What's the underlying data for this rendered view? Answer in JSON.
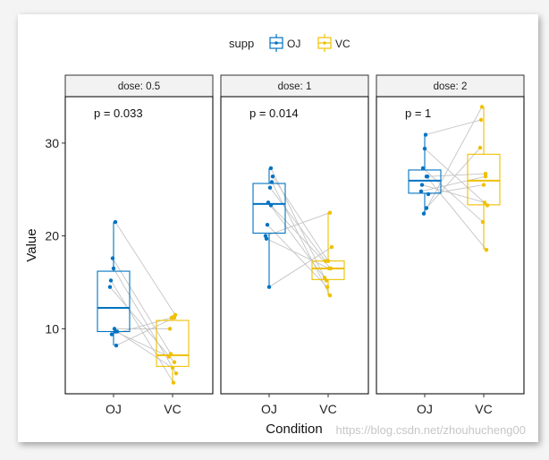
{
  "chart_data": {
    "type": "boxplot-paired",
    "ylabel": "Value",
    "xlabel": "Condition",
    "ylim": [
      3,
      35
    ],
    "yticks": [
      10,
      20,
      30
    ],
    "categories": [
      "OJ",
      "VC"
    ],
    "legend": {
      "title": "supp",
      "placement": "top",
      "entries": [
        {
          "name": "OJ",
          "color": "#0073C2"
        },
        {
          "name": "VC",
          "color": "#EFC000"
        }
      ]
    },
    "grid": false,
    "line_color": "#c4c4c4",
    "panels": [
      {
        "strip": "dose: 0.5",
        "pvalue": "p = 0.033",
        "OJ": [
          15.2,
          21.5,
          17.6,
          9.7,
          14.5,
          10.0,
          8.2,
          9.4,
          16.5,
          9.7
        ],
        "VC": [
          4.2,
          11.5,
          7.3,
          5.8,
          6.4,
          10.0,
          11.2,
          11.2,
          5.2,
          7.0
        ],
        "box": {
          "OJ": {
            "q1": 9.7,
            "median": 12.25,
            "q3": 16.2,
            "min": 8.2,
            "max": 21.5
          },
          "VC": {
            "q1": 5.95,
            "median": 7.15,
            "q3": 10.9,
            "min": 4.2,
            "max": 11.5
          }
        }
      },
      {
        "strip": "dose: 1",
        "pvalue": "p = 0.014",
        "OJ": [
          19.7,
          23.3,
          23.6,
          26.4,
          20.0,
          25.2,
          25.8,
          21.2,
          14.5,
          27.3
        ],
        "VC": [
          16.5,
          16.5,
          15.2,
          17.3,
          22.5,
          17.3,
          13.6,
          14.5,
          18.8,
          15.5
        ],
        "box": {
          "OJ": {
            "q1": 20.3,
            "median": 23.45,
            "q3": 25.65,
            "min": 14.5,
            "max": 27.3
          },
          "VC": {
            "q1": 15.3,
            "median": 16.5,
            "q3": 17.3,
            "min": 13.6,
            "max": 22.5
          }
        }
      },
      {
        "strip": "dose: 2",
        "pvalue": "p = 1",
        "OJ": [
          25.5,
          26.4,
          22.4,
          24.5,
          24.8,
          30.9,
          26.4,
          27.3,
          29.4,
          23.0
        ],
        "VC": [
          23.6,
          18.5,
          33.9,
          25.5,
          26.4,
          32.5,
          26.7,
          21.5,
          23.3,
          29.5
        ],
        "box": {
          "OJ": {
            "q1": 24.6,
            "median": 25.95,
            "q3": 27.1,
            "min": 22.4,
            "max": 30.9
          },
          "VC": {
            "q1": 23.35,
            "median": 25.95,
            "q3": 28.8,
            "min": 18.5,
            "max": 33.9
          }
        }
      }
    ]
  },
  "watermark": "https://blog.csdn.net/zhouhucheng00"
}
